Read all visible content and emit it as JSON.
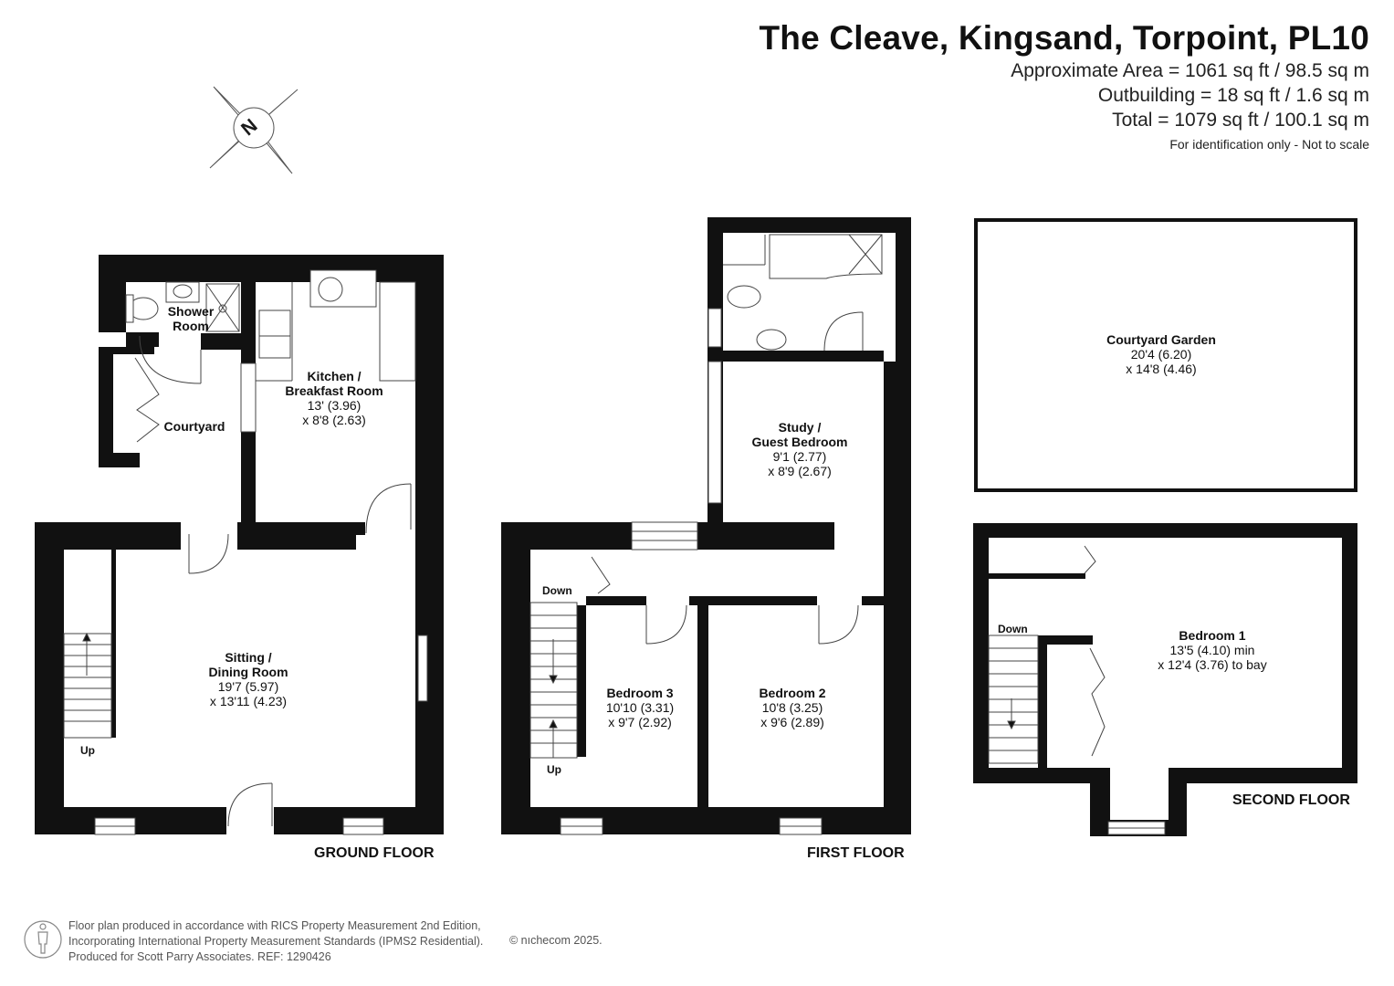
{
  "header": {
    "title": "The Cleave, Kingsand, Torpoint, PL10",
    "area_lines": [
      "Approximate Area = 1061 sq ft / 98.5 sq m",
      "Outbuilding = 18 sq ft / 1.6 sq m",
      "Total = 1079 sq ft / 100.1 sq m"
    ],
    "note": "For identification only - Not to scale"
  },
  "compass": {
    "label": "N"
  },
  "rooms": {
    "shower_room": {
      "name_line1": "Shower",
      "name_line2": "Room"
    },
    "courtyard": {
      "name": "Courtyard"
    },
    "kitchen": {
      "name_line1": "Kitchen /",
      "name_line2": "Breakfast Room",
      "dim1": "13' (3.96)",
      "dim2": "x 8'8 (2.63)"
    },
    "sitting": {
      "name_line1": "Sitting /",
      "name_line2": "Dining Room",
      "dim1": "19'7 (5.97)",
      "dim2": "x 13'11 (4.23)"
    },
    "study": {
      "name_line1": "Study /",
      "name_line2": "Guest Bedroom",
      "dim1": "9'1 (2.77)",
      "dim2": "x 8'9 (2.67)"
    },
    "bedroom3": {
      "name": "Bedroom 3",
      "dim1": "10'10 (3.31)",
      "dim2": "x 9'7 (2.92)"
    },
    "bedroom2": {
      "name": "Bedroom 2",
      "dim1": "10'8 (3.25)",
      "dim2": "x 9'6 (2.89)"
    },
    "courtyard_garden": {
      "name": "Courtyard Garden",
      "dim1": "20'4 (6.20)",
      "dim2": "x 14'8 (4.46)"
    },
    "bedroom1": {
      "name": "Bedroom 1",
      "dim1": "13'5 (4.10) min",
      "dim2": "x 12'4 (3.76) to bay"
    }
  },
  "stairs": {
    "up": "Up",
    "down": "Down"
  },
  "floors": {
    "ground": "GROUND FLOOR",
    "first": "FIRST FLOOR",
    "second": "SECOND FLOOR"
  },
  "footer": {
    "lines": [
      "Floor plan produced in accordance with RICS Property Measurement 2nd Edition,",
      "Incorporating International Property Measurement Standards (IPMS2 Residential).",
      "Produced for Scott Parry Associates.   REF: 1290426"
    ],
    "copyright": "© nıchecom 2025."
  }
}
